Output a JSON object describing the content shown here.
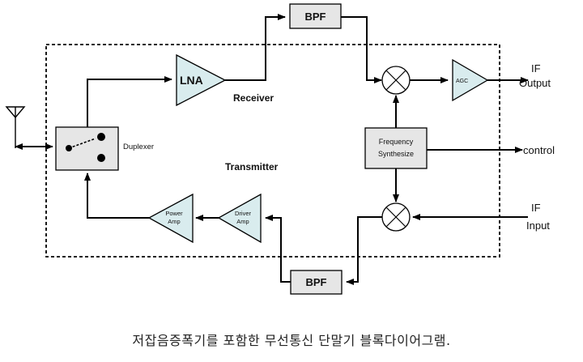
{
  "labels": {
    "bpf_top": "BPF",
    "bpf_bottom": "BPF",
    "lna": "LNA",
    "receiver": "Receiver",
    "transmitter": "Transmitter",
    "duplexer": "Duplexer",
    "agc": "AGC",
    "if_output_1": "IF",
    "if_output_2": "Output",
    "control": "control",
    "if_input_1": "IF",
    "if_input_2": "Input",
    "freq_synth_1": "Frequency",
    "freq_synth_2": "Synthesize",
    "power_amp_1": "Power",
    "power_amp_2": "Amp",
    "driver_amp_1": "Driver",
    "driver_amp_2": "Amp"
  },
  "caption": "저잡음증폭기를 포함한 무선통신 단말기 블록다이어그램."
}
